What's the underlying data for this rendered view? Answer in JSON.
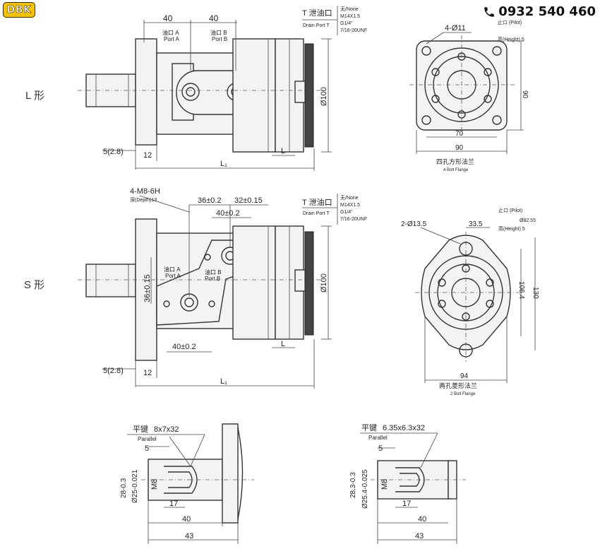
{
  "brand": {
    "logo_text": "DBK",
    "phone": "0932 540 460"
  },
  "view_labels": {
    "l_type": "L 形",
    "s_type": "S 形"
  },
  "l_view": {
    "dim_top_1": "40",
    "dim_top_2": "40",
    "port_a_cn": "油口 A",
    "port_a_en": "Port A",
    "port_b_cn": "油口 B",
    "port_b_en": "Port B",
    "diameter": "Ø100",
    "dim_left": "5(2.8)",
    "dim_12": "12",
    "dim_l": "L",
    "dim_l1": "L₁"
  },
  "drain_port": {
    "title": "T 泄油口",
    "subtitle": "Drain Port T",
    "options": [
      "无/None",
      "M14X1.5",
      "G1/4\"",
      "7/16-20UNF"
    ]
  },
  "l_flange": {
    "holes": "4-Ø11",
    "pilot_label": "止口 (Pilot)",
    "height_label": "高(Height) 5",
    "dim_90_side": "90",
    "dim_70": "70",
    "dim_90": "90",
    "caption_cn": "四孔方形法兰",
    "caption_en": "4 Bolt Flange"
  },
  "s_view": {
    "thread": "4-M8-6H",
    "depth": "深(Depth)13",
    "dim_36": "36±0.2",
    "dim_32": "32±0.15",
    "dim_40a": "40±0.2",
    "dim_36v": "36±0.15",
    "dim_40b": "40±0.2",
    "port_a_cn": "油口 A",
    "port_a_en": "Port A",
    "port_b_cn": "油口 B",
    "port_b_en": "Port B",
    "diameter": "Ø100",
    "dim_left": "5(2.8)",
    "dim_12": "12",
    "dim_l": "L",
    "dim_l1": "L₁"
  },
  "s_flange": {
    "holes": "2-Ø13.5",
    "dim_33_5": "33.5",
    "pilot_label": "止口 (Pilot)",
    "pilot_value": "Ø82.55",
    "height_label": "高(Height) 5",
    "dim_106_4": "106.4",
    "dim_130": "130",
    "dim_94": "94",
    "caption_cn": "两孔菱形法兰",
    "caption_en": "2 Bolt Flange"
  },
  "shaft_left": {
    "key_cn": "平键",
    "key_size": "8x7x32",
    "key_en": "Parallel",
    "dim_5": "5",
    "dia_28": "28-0.3",
    "m8": "M8",
    "dia_25": "Ø25-0.021",
    "dim_17": "17",
    "dim_40": "40",
    "dim_43": "43"
  },
  "shaft_right": {
    "key_cn": "平键",
    "key_size": "6.35x6.3x32",
    "key_en": "Parallel",
    "dim_5": "5",
    "dia_28": "28.3-0.3",
    "m8": "M8",
    "dia_25": "Ø25.4-0.025",
    "dim_17": "17",
    "dim_40": "40",
    "dim_43": "43"
  }
}
